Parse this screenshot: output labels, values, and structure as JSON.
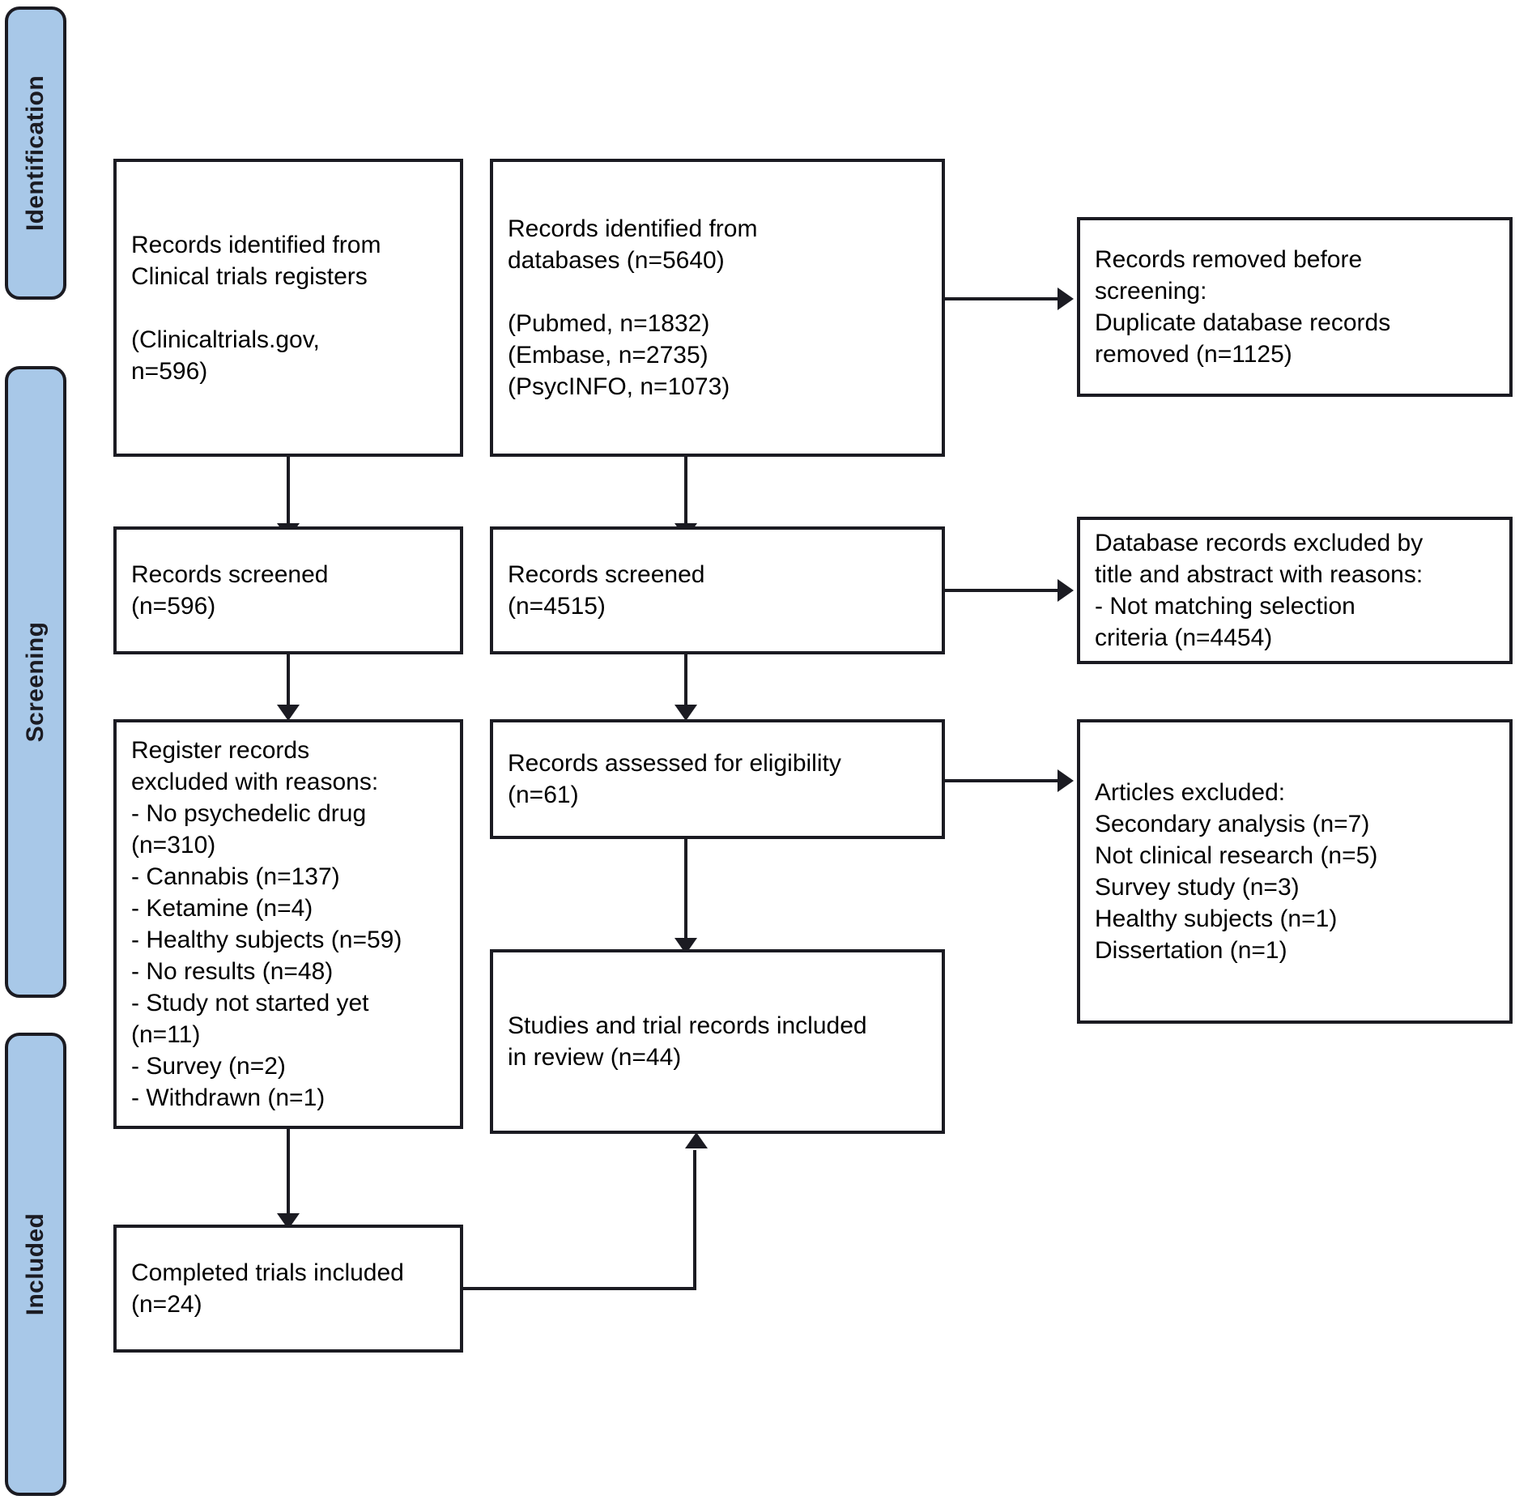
{
  "diagram": {
    "type": "prisma-flow-diagram",
    "phases": [
      {
        "id": "identification",
        "label": "Identification"
      },
      {
        "id": "screening",
        "label": "Screening"
      },
      {
        "id": "included",
        "label": "Included"
      }
    ],
    "boxes": {
      "registers_identified": {
        "text": "Records identified from\nClinical trials registers\n\n    (Clinicaltrials.gov,\n    n=596)",
        "counts": {
          "n": 596
        },
        "source": "Clinicaltrials.gov"
      },
      "databases_identified": {
        "text": "Records identified from\ndatabases (n=5640)\n\n    (Pubmed, n=1832)\n    (Embase, n=2735)\n    (PsycINFO, n=1073)",
        "counts": {
          "total": 5640,
          "pubmed": 1832,
          "embase": 2735,
          "psycinfo": 1073
        }
      },
      "removed_before_screening": {
        "text": "Records removed before\nscreening:\n    Duplicate database records\n    removed (n=1125)",
        "counts": {
          "duplicates_removed": 1125
        }
      },
      "registers_screened": {
        "text": "Records screened\n(n=596)",
        "counts": {
          "n": 596
        }
      },
      "databases_screened": {
        "text": "Records screened\n(n=4515)",
        "counts": {
          "n": 4515
        }
      },
      "database_records_excluded": {
        "text": "Database records excluded by\ntitle and abstract with reasons:\n    -      Not matching selection\n           criteria (n=4454)",
        "counts": {
          "not_matching_selection_criteria": 4454
        }
      },
      "register_records_excluded": {
        "text": "Register records\nexcluded with reasons:\n- No psychedelic drug\n(n=310)\n- Cannabis (n=137)\n- Ketamine (n=4)\n- Healthy subjects (n=59)\n- No results (n=48)\n- Study not started yet\n(n=11)\n- Survey (n=2)\n- Withdrawn (n=1)",
        "reasons": [
          {
            "label": "No psychedelic drug",
            "n": 310
          },
          {
            "label": "Cannabis",
            "n": 137
          },
          {
            "label": "Ketamine",
            "n": 4
          },
          {
            "label": "Healthy subjects",
            "n": 59
          },
          {
            "label": "No results",
            "n": 48
          },
          {
            "label": "Study not started yet",
            "n": 11
          },
          {
            "label": "Survey",
            "n": 2
          },
          {
            "label": "Withdrawn",
            "n": 1
          }
        ]
      },
      "assessed_for_eligibility": {
        "text": "Records assessed for eligibility\n(n=61)",
        "counts": {
          "n": 61
        }
      },
      "articles_excluded": {
        "text": "Articles excluded:\n    Secondary analysis (n=7)\n    Not clinical research (n=5)\n    Survey study (n=3)\n    Healthy subjects (n=1)\n    Dissertation (n=1)",
        "reasons": [
          {
            "label": "Secondary analysis",
            "n": 7
          },
          {
            "label": "Not clinical research",
            "n": 5
          },
          {
            "label": "Survey study",
            "n": 3
          },
          {
            "label": "Healthy subjects",
            "n": 1
          },
          {
            "label": "Dissertation",
            "n": 1
          }
        ]
      },
      "studies_included": {
        "text": "Studies and trial records included\nin review (n=44)",
        "counts": {
          "n": 44
        }
      },
      "completed_trials_included": {
        "text": "Completed trials included\n(n=24)",
        "counts": {
          "n": 24
        }
      }
    },
    "colors": {
      "phase_bar_fill": "#a8c8e8",
      "stroke": "#1b1b22",
      "box_fill": "#ffffff",
      "text": "#000000"
    }
  }
}
